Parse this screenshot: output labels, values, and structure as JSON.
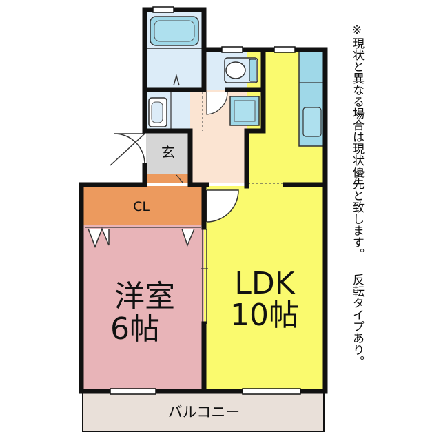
{
  "rooms": {
    "entrance": "玄",
    "closet": "CL",
    "western_room": {
      "name": "洋室",
      "size": "6帖"
    },
    "ldk": {
      "name": "LDK",
      "size": "10帖"
    },
    "balcony": "バルコニー"
  },
  "note": "※現状と異なる場合は現状優先と致します。 反転タイプあり。",
  "colors": {
    "ldk": "#fafa6e",
    "western_room": "#e8b4b8",
    "closet": "#ec9a5e",
    "hall": "#fbe4d2",
    "wet_area": "#dcecf8",
    "fixture": "#9fd8e8",
    "entrance": "#d6d6d6",
    "balcony": "#e9e0d9",
    "wall": "#111111"
  }
}
